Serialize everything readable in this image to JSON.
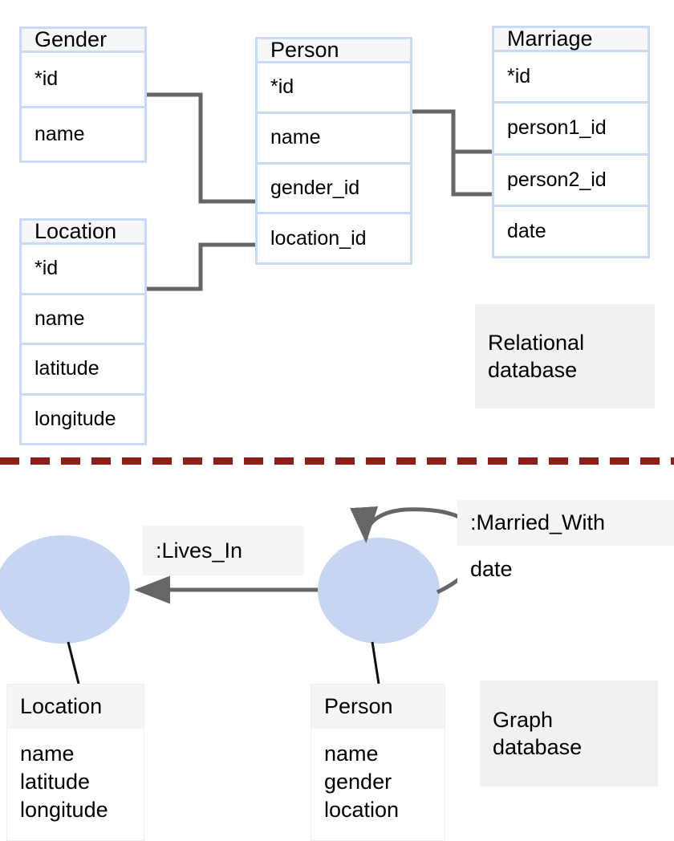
{
  "diagram": {
    "title_relational": "Relational\ndatabase",
    "title_graph": "Graph\ndatabase",
    "divider_color": "#8d2018",
    "table_border_color": "#c9daf2",
    "node_fill_color": "#c6d5f1",
    "connector_color": "#666666"
  },
  "relational": {
    "tables": [
      {
        "name": "Gender",
        "columns": [
          "*id",
          "name"
        ]
      },
      {
        "name": "Person",
        "columns": [
          "*id",
          "name",
          "gender_id",
          "location_id"
        ]
      },
      {
        "name": "Marriage",
        "columns": [
          "*id",
          "person1_id",
          "person2_id",
          "date"
        ]
      },
      {
        "name": "Location",
        "columns": [
          "*id",
          "name",
          "latitude",
          "longitude"
        ]
      }
    ],
    "label": "Relational\ndatabase"
  },
  "graph": {
    "nodes": [
      {
        "label": "Location",
        "properties": "name\nlatitude\nlongitude"
      },
      {
        "label": "Person",
        "properties": "name\ngender\nlocation"
      }
    ],
    "relationships": [
      {
        "label": ":Lives_In",
        "properties": []
      },
      {
        "label": ":Married_With",
        "properties": [
          "date"
        ]
      }
    ],
    "label": "Graph\ndatabase"
  }
}
